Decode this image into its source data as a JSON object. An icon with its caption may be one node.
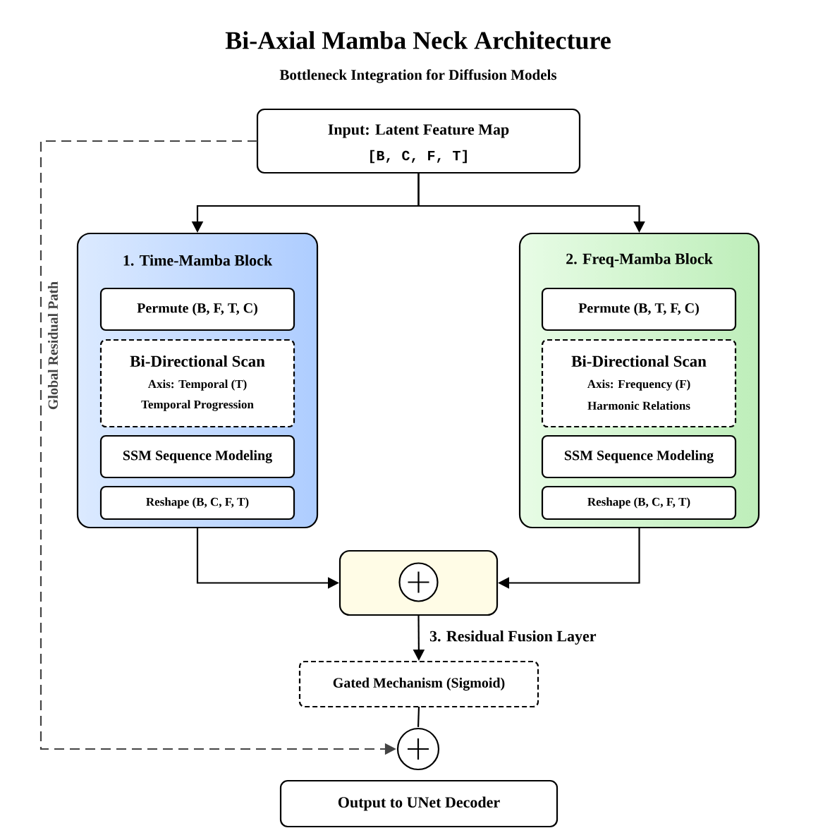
{
  "diagram": {
    "title": "Bi-Axial Mamba Neck Architecture",
    "caption": "Bottleneck Integration for Diffusion Models",
    "nodes": [
      {
        "text": [
          "Input: Latent Feature Map",
          "[B, C, F, T]"
        ]
      },
      {
        "text": [
          "1. Time-Mamba Block"
        ]
      },
      {
        "text": [
          "Permute (B, F, T, C)"
        ],
        "in": 1
      },
      {
        "text": [
          "Bi-Directional Scan",
          "Axis: Temporal (T)",
          "Temporal Progression"
        ],
        "in": 1
      },
      {
        "text": [
          "SSM Sequence Modeling"
        ],
        "in": 1
      },
      {
        "text": [
          "Reshape (B, C, F, T)"
        ],
        "in": 1
      },
      {
        "text": [
          "2. Freq-Mamba Block"
        ]
      },
      {
        "text": [
          "Permute (B, T, F, C)"
        ],
        "in": 6
      },
      {
        "text": [
          "Bi-Directional Scan",
          "Axis: Frequency (F)",
          "Harmonic Relations"
        ],
        "in": 6
      },
      {
        "text": [
          "SSM Sequence Modeling"
        ],
        "in": 6
      },
      {
        "text": [
          "Reshape (B, C, F, T)"
        ],
        "in": 6
      },
      {
        "text": [
          "3. Residual Fusion Layer"
        ]
      },
      {
        "text": [
          "Gated Mechanism (Sigmoid)"
        ]
      },
      {
        "text": [],
        "shape": "circle"
      },
      {
        "text": [
          "Output to UNet Decoder"
        ]
      }
    ],
    "edges": [
      {
        "from": 0,
        "to": 1,
        "arrow": "to"
      },
      {
        "from": 0,
        "to": 6,
        "arrow": "to"
      },
      {
        "from": 1,
        "to": 11,
        "arrow": "to"
      },
      {
        "from": 6,
        "to": 11,
        "arrow": "to"
      },
      {
        "from": 11,
        "to": 12,
        "arrow": "to"
      },
      {
        "from": 12,
        "to": 13,
        "arrow": "none"
      },
      {
        "from": 0,
        "to": 13,
        "arrow": "to",
        "style": "dashed",
        "color": "#444444",
        "label": "Global Residual Path"
      }
    ]
  }
}
